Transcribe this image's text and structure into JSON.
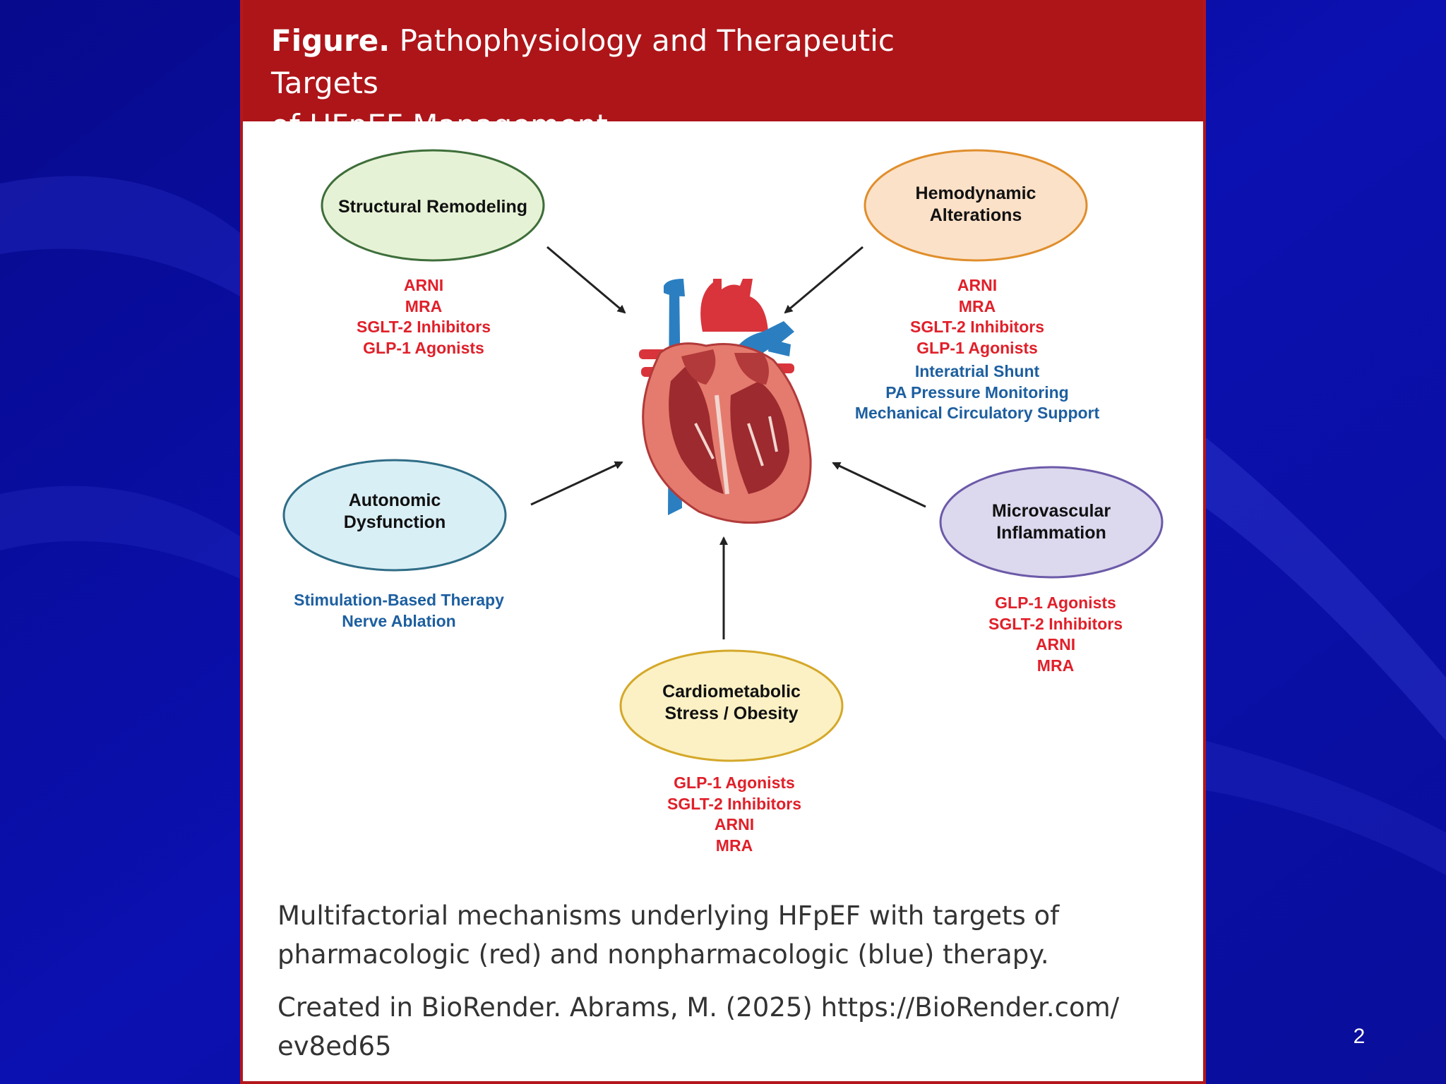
{
  "figure": {
    "title_bold": "Figure.",
    "title_line1": "Pathophysiology and Therapeutic Targets",
    "title_line2": "of HFpEF Management"
  },
  "nodes": {
    "structural": {
      "label": [
        "Structural Remodeling"
      ],
      "therapies": [
        {
          "text": "ARNI",
          "type": "pharmacologic"
        },
        {
          "text": "MRA",
          "type": "pharmacologic"
        },
        {
          "text": "SGLT-2 Inhibitors",
          "type": "pharmacologic"
        },
        {
          "text": "GLP-1 Agonists",
          "type": "pharmacologic"
        }
      ]
    },
    "hemodynamic": {
      "label": [
        "Hemodynamic",
        "Alterations"
      ],
      "therapies": [
        {
          "text": "ARNI",
          "type": "pharmacologic"
        },
        {
          "text": "MRA",
          "type": "pharmacologic"
        },
        {
          "text": "SGLT-2 Inhibitors",
          "type": "pharmacologic"
        },
        {
          "text": "GLP-1 Agonists",
          "type": "pharmacologic"
        },
        {
          "text": "Interatrial Shunt",
          "type": "nonpharmacologic"
        },
        {
          "text": "PA Pressure Monitoring",
          "type": "nonpharmacologic"
        },
        {
          "text": "Mechanical Circulatory Support",
          "type": "nonpharmacologic"
        }
      ]
    },
    "autonomic": {
      "label": [
        "Autonomic",
        "Dysfunction"
      ],
      "therapies": [
        {
          "text": "Stimulation-Based Therapy",
          "type": "nonpharmacologic"
        },
        {
          "text": "Nerve Ablation",
          "type": "nonpharmacologic"
        }
      ]
    },
    "microvascular": {
      "label": [
        "Microvascular",
        "Inflammation"
      ],
      "therapies": [
        {
          "text": "GLP-1 Agonists",
          "type": "pharmacologic"
        },
        {
          "text": "SGLT-2 Inhibitors",
          "type": "pharmacologic"
        },
        {
          "text": "ARNI",
          "type": "pharmacologic"
        },
        {
          "text": "MRA",
          "type": "pharmacologic"
        }
      ]
    },
    "cardiometabolic": {
      "label": [
        "Cardiometabolic",
        "Stress / Obesity"
      ],
      "therapies": [
        {
          "text": "GLP-1 Agonists",
          "type": "pharmacologic"
        },
        {
          "text": "SGLT-2 Inhibitors",
          "type": "pharmacologic"
        },
        {
          "text": "ARNI",
          "type": "pharmacologic"
        },
        {
          "text": "MRA",
          "type": "pharmacologic"
        }
      ]
    }
  },
  "caption": {
    "line1": "Multifactorial mechanisms underlying HFpEF with targets of",
    "line2": "pharmacologic (red) and nonpharmacologic (blue) therapy."
  },
  "credit": {
    "line1": "Created in BioRender. Abrams, M. (2025) https://BioRender.com/",
    "line2": "ev8ed65"
  },
  "slide_number": "2",
  "colors": {
    "header_red": "#ad1519",
    "pharmacologic": "#e0202a",
    "nonpharmacologic": "#1d5fa0",
    "slide_background": "#0a0e9e"
  }
}
